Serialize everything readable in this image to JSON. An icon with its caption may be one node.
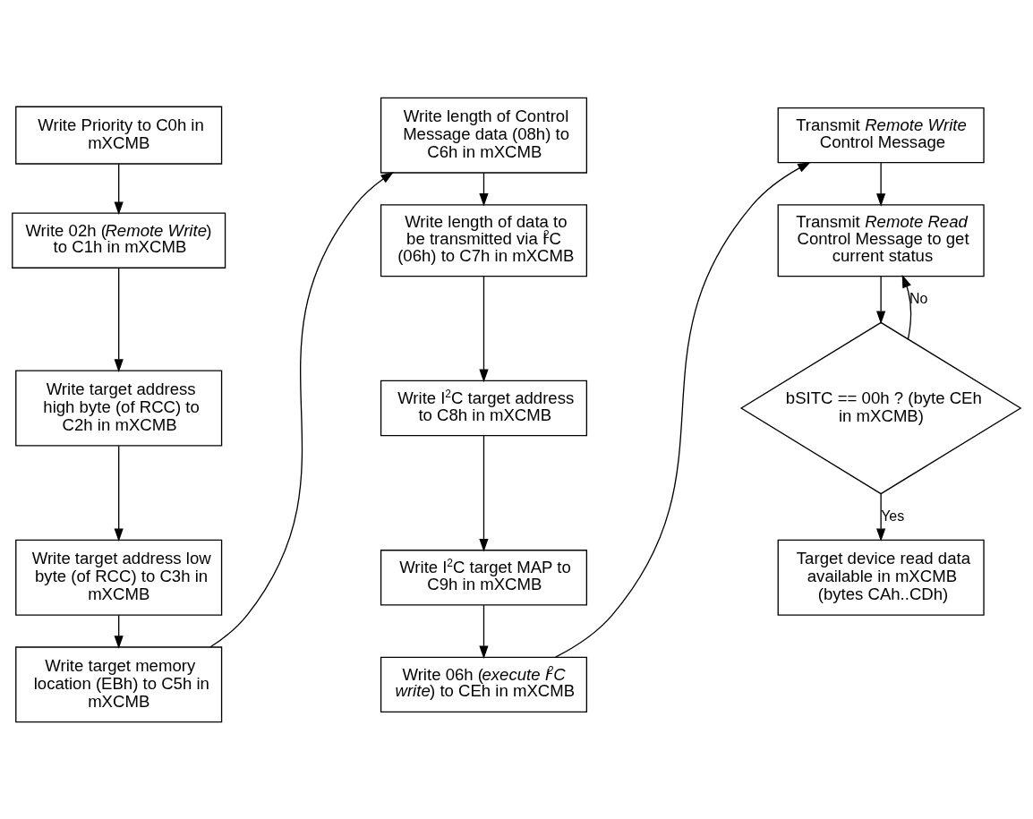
{
  "diagram": {
    "nodes": [
      {
        "text": [
          "Write Priority to C0h in mXCMB"
        ]
      },
      {
        "text": [
          "Write 02h (*Remote Write*) to C1h in mXCMB"
        ]
      },
      {
        "text": [
          "Write target address high byte (of RCC) to C2h in mXCMB"
        ]
      },
      {
        "text": [
          "Write target address low byte (of RCC) to C3h in mXCMB"
        ]
      },
      {
        "text": [
          "Write target memory location (EBh) to C5h in mXCMB"
        ]
      },
      {
        "text": [
          "Write length of Control Message data (08h) to C6h in mXCMB"
        ]
      },
      {
        "text": [
          "Write length of data to be transmitted via I$^{2}$C (06h) to C7h in mXCMB"
        ]
      },
      {
        "text": [
          "Write I$^{2}$C target address to C8h in mXCMB"
        ]
      },
      {
        "text": [
          "Write I$^{2}$C target MAP to C9h in mXCMB"
        ]
      },
      {
        "text": [
          "Write 06h (*execute I$^{2}$C write*) to CEh in mXCMB"
        ]
      },
      {
        "text": [
          "Transmit *Remote Write* Control Message"
        ]
      },
      {
        "text": [
          "Transmit *Remote Read* Control Message to get current status"
        ]
      },
      {
        "text": [
          "bSITC == 00h ? (byte CEh in mXCMB)"
        ]
      },
      {
        "text": [
          "Target device read data available in mXCMB (bytes CAh..CDh)"
        ]
      }
    ],
    "edges": [
      {
        "from": 0,
        "to": 1,
        "arrow": "to"
      },
      {
        "from": 1,
        "to": 2,
        "arrow": "to"
      },
      {
        "from": 2,
        "to": 3,
        "arrow": "to"
      },
      {
        "from": 3,
        "to": 4,
        "arrow": "to"
      },
      {
        "from": 4,
        "to": 5,
        "arrow": "to"
      },
      {
        "from": 5,
        "to": 6,
        "arrow": "to"
      },
      {
        "from": 6,
        "to": 7,
        "arrow": "to"
      },
      {
        "from": 7,
        "to": 8,
        "arrow": "to"
      },
      {
        "from": 8,
        "to": 9,
        "arrow": "to"
      },
      {
        "from": 9,
        "to": 10,
        "arrow": "to"
      },
      {
        "from": 10,
        "to": 11,
        "arrow": "to"
      },
      {
        "from": 11,
        "to": 12,
        "arrow": "to"
      },
      {
        "from": 12,
        "to": 11,
        "arrow": "to",
        "label": "No"
      },
      {
        "from": 12,
        "to": 13,
        "arrow": "to",
        "label": "Yes"
      }
    ]
  }
}
